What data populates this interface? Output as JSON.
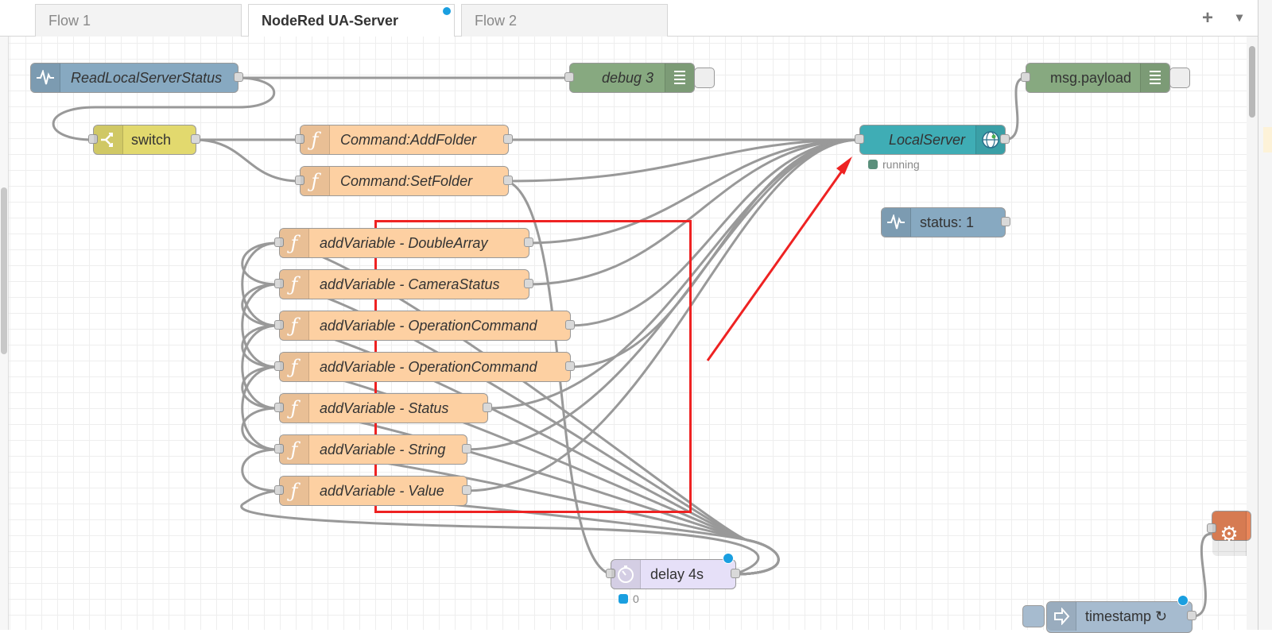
{
  "tabs": [
    {
      "label": "Flow 1",
      "active": false
    },
    {
      "label": "NodeRed UA-Server",
      "active": true,
      "changed": true
    },
    {
      "label": "Flow 2",
      "active": false
    }
  ],
  "toolbar": {
    "add_icon": "+",
    "menu_icon": "▾"
  },
  "colors": {
    "inject": "#87a9c1",
    "debug": "#87a980",
    "switch": "#e2d96e",
    "function": "#fdd0a2",
    "opcua_server": "#3fadb5",
    "delay": "#e6e0f8",
    "annotation": "#ee2222",
    "changed_dot": "#1a9fe0"
  },
  "nodes": {
    "read_status": {
      "label": "ReadLocalServerStatus",
      "icon": "inject-wave-icon"
    },
    "debug3": {
      "label": "debug 3",
      "icon": "debug-list-icon"
    },
    "msg_payload": {
      "label": "msg.payload",
      "icon": "debug-list-icon"
    },
    "switch": {
      "label": "switch",
      "icon": "switch-branch-icon"
    },
    "add_folder": {
      "label": "Command:AddFolder",
      "icon": "function-icon"
    },
    "set_folder": {
      "label": "Command:SetFolder",
      "icon": "function-icon"
    },
    "local_server": {
      "label": "LocalServer",
      "icon": "opcua-globe-icon",
      "status": "running",
      "status_color": "#5a8f7b"
    },
    "status1": {
      "label": "status: 1",
      "icon": "status-wave-icon"
    },
    "add_double_array": {
      "label": "addVariable - DoubleArray",
      "icon": "function-icon"
    },
    "add_camera_status": {
      "label": "addVariable - CameraStatus",
      "icon": "function-icon"
    },
    "add_op_cmd_1": {
      "label": "addVariable - OperationCommand",
      "icon": "function-icon"
    },
    "add_op_cmd_2": {
      "label": "addVariable - OperationCommand",
      "icon": "function-icon"
    },
    "add_status": {
      "label": "addVariable - Status",
      "icon": "function-icon"
    },
    "add_string": {
      "label": "addVariable - String",
      "icon": "function-icon"
    },
    "add_value": {
      "label": "addVariable - Value",
      "icon": "function-icon"
    },
    "delay": {
      "label": "delay 4s",
      "icon": "timer-icon",
      "status": "0",
      "status_color": "#1a9fe0"
    },
    "timestamp": {
      "label": "timestamp ↻",
      "icon": "inject-arrow-icon"
    },
    "gear_node": {
      "icon": "gear-icon"
    }
  }
}
